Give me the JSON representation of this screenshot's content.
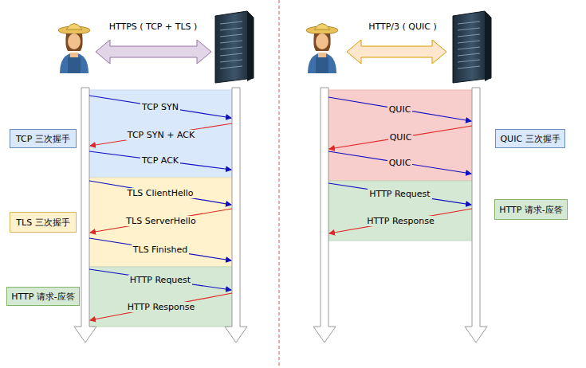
{
  "diagram": {
    "nodes": [
      {
        "text": [
          "TCP 三次握手"
        ]
      },
      {
        "text": [
          "TLS 三次握手"
        ]
      },
      {
        "text": [
          "HTTP 请求-应答"
        ]
      },
      {
        "text": [
          "QUIC 三次握手"
        ]
      },
      {
        "text": [
          "HTTP 请求-应答"
        ]
      }
    ],
    "labels": [
      "HTTPS ( TCP + TLS )",
      "HTTP/3 ( QUIC )",
      "TCP SYN",
      "TCP SYN + ACK",
      "TCP ACK",
      "TLS ClientHello",
      "TLS ServerHello",
      "TLS Finished",
      "HTTP Request",
      "HTTP Response",
      "QUIC",
      "QUIC",
      "QUIC",
      "HTTP Request",
      "HTTP Response"
    ]
  }
}
